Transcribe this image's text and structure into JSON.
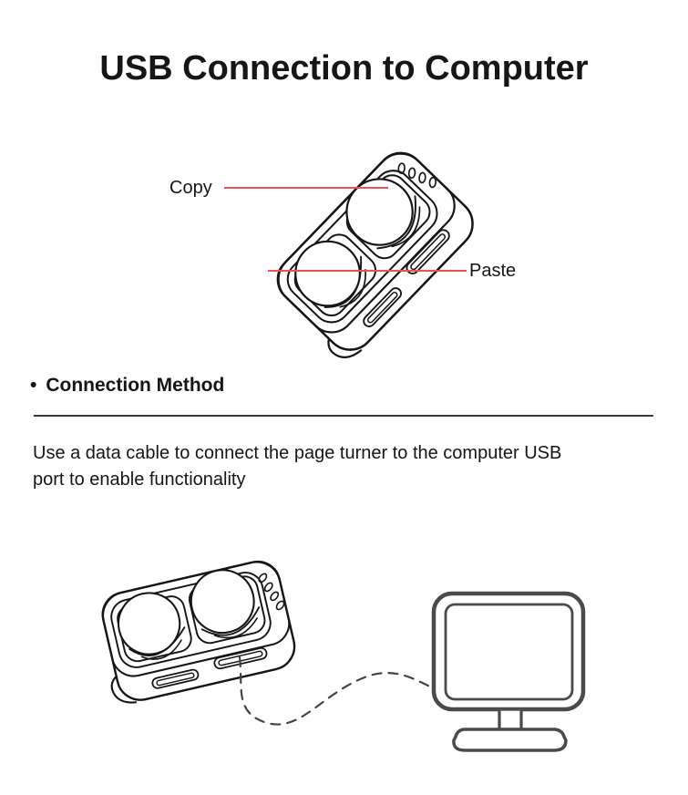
{
  "page": {
    "title": "USB Connection to Computer"
  },
  "figure_top": {
    "description": "Page turner device shown in isometric line art with two round buttons",
    "copy_label": "Copy",
    "paste_label": "Paste"
  },
  "section": {
    "bullet": "•",
    "heading": "Connection Method",
    "body_line1": "Use a data cable to connect the page turner to the computer USB",
    "body_line2": "port to enable functionality"
  },
  "figure_bottom": {
    "description": "Page turner connected to a computer monitor with a dashed USB cable"
  },
  "colors": {
    "ink": "#161616",
    "accent_red": "#f0504e",
    "monitor_gray": "#4a4a4a",
    "divider_gray": "#3a3a3a",
    "page_bg": "#ffffff"
  }
}
